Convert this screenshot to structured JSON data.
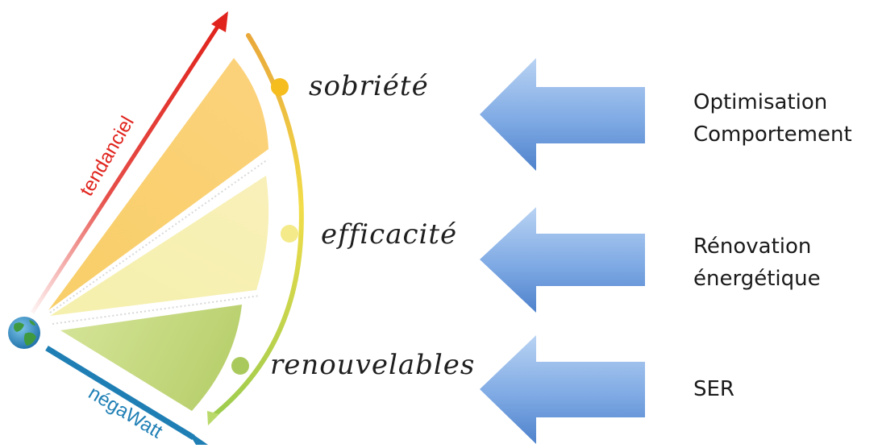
{
  "axes": {
    "trend_label": "tendanciel",
    "negawatt_label": "négaWatt"
  },
  "levers": [
    {
      "label": "sobriété",
      "color": "#f7c64f"
    },
    {
      "label": "efficacité",
      "color": "#f3ec9a"
    },
    {
      "label": "renouvelables",
      "color": "#c3d77f"
    }
  ],
  "actions": [
    {
      "lines": [
        "Optimisation",
        "Comportement"
      ]
    },
    {
      "lines": [
        "Rénovation",
        "énergétique"
      ]
    },
    {
      "lines": [
        "SER"
      ]
    }
  ],
  "colors": {
    "trend_arrow": "#e0231c",
    "negawatt_arrow": "#1f7fb5",
    "action_arrow_light": "#a9c8ef",
    "action_arrow_dark": "#5a8fd6"
  },
  "icons": {
    "origin": "globe-icon"
  }
}
